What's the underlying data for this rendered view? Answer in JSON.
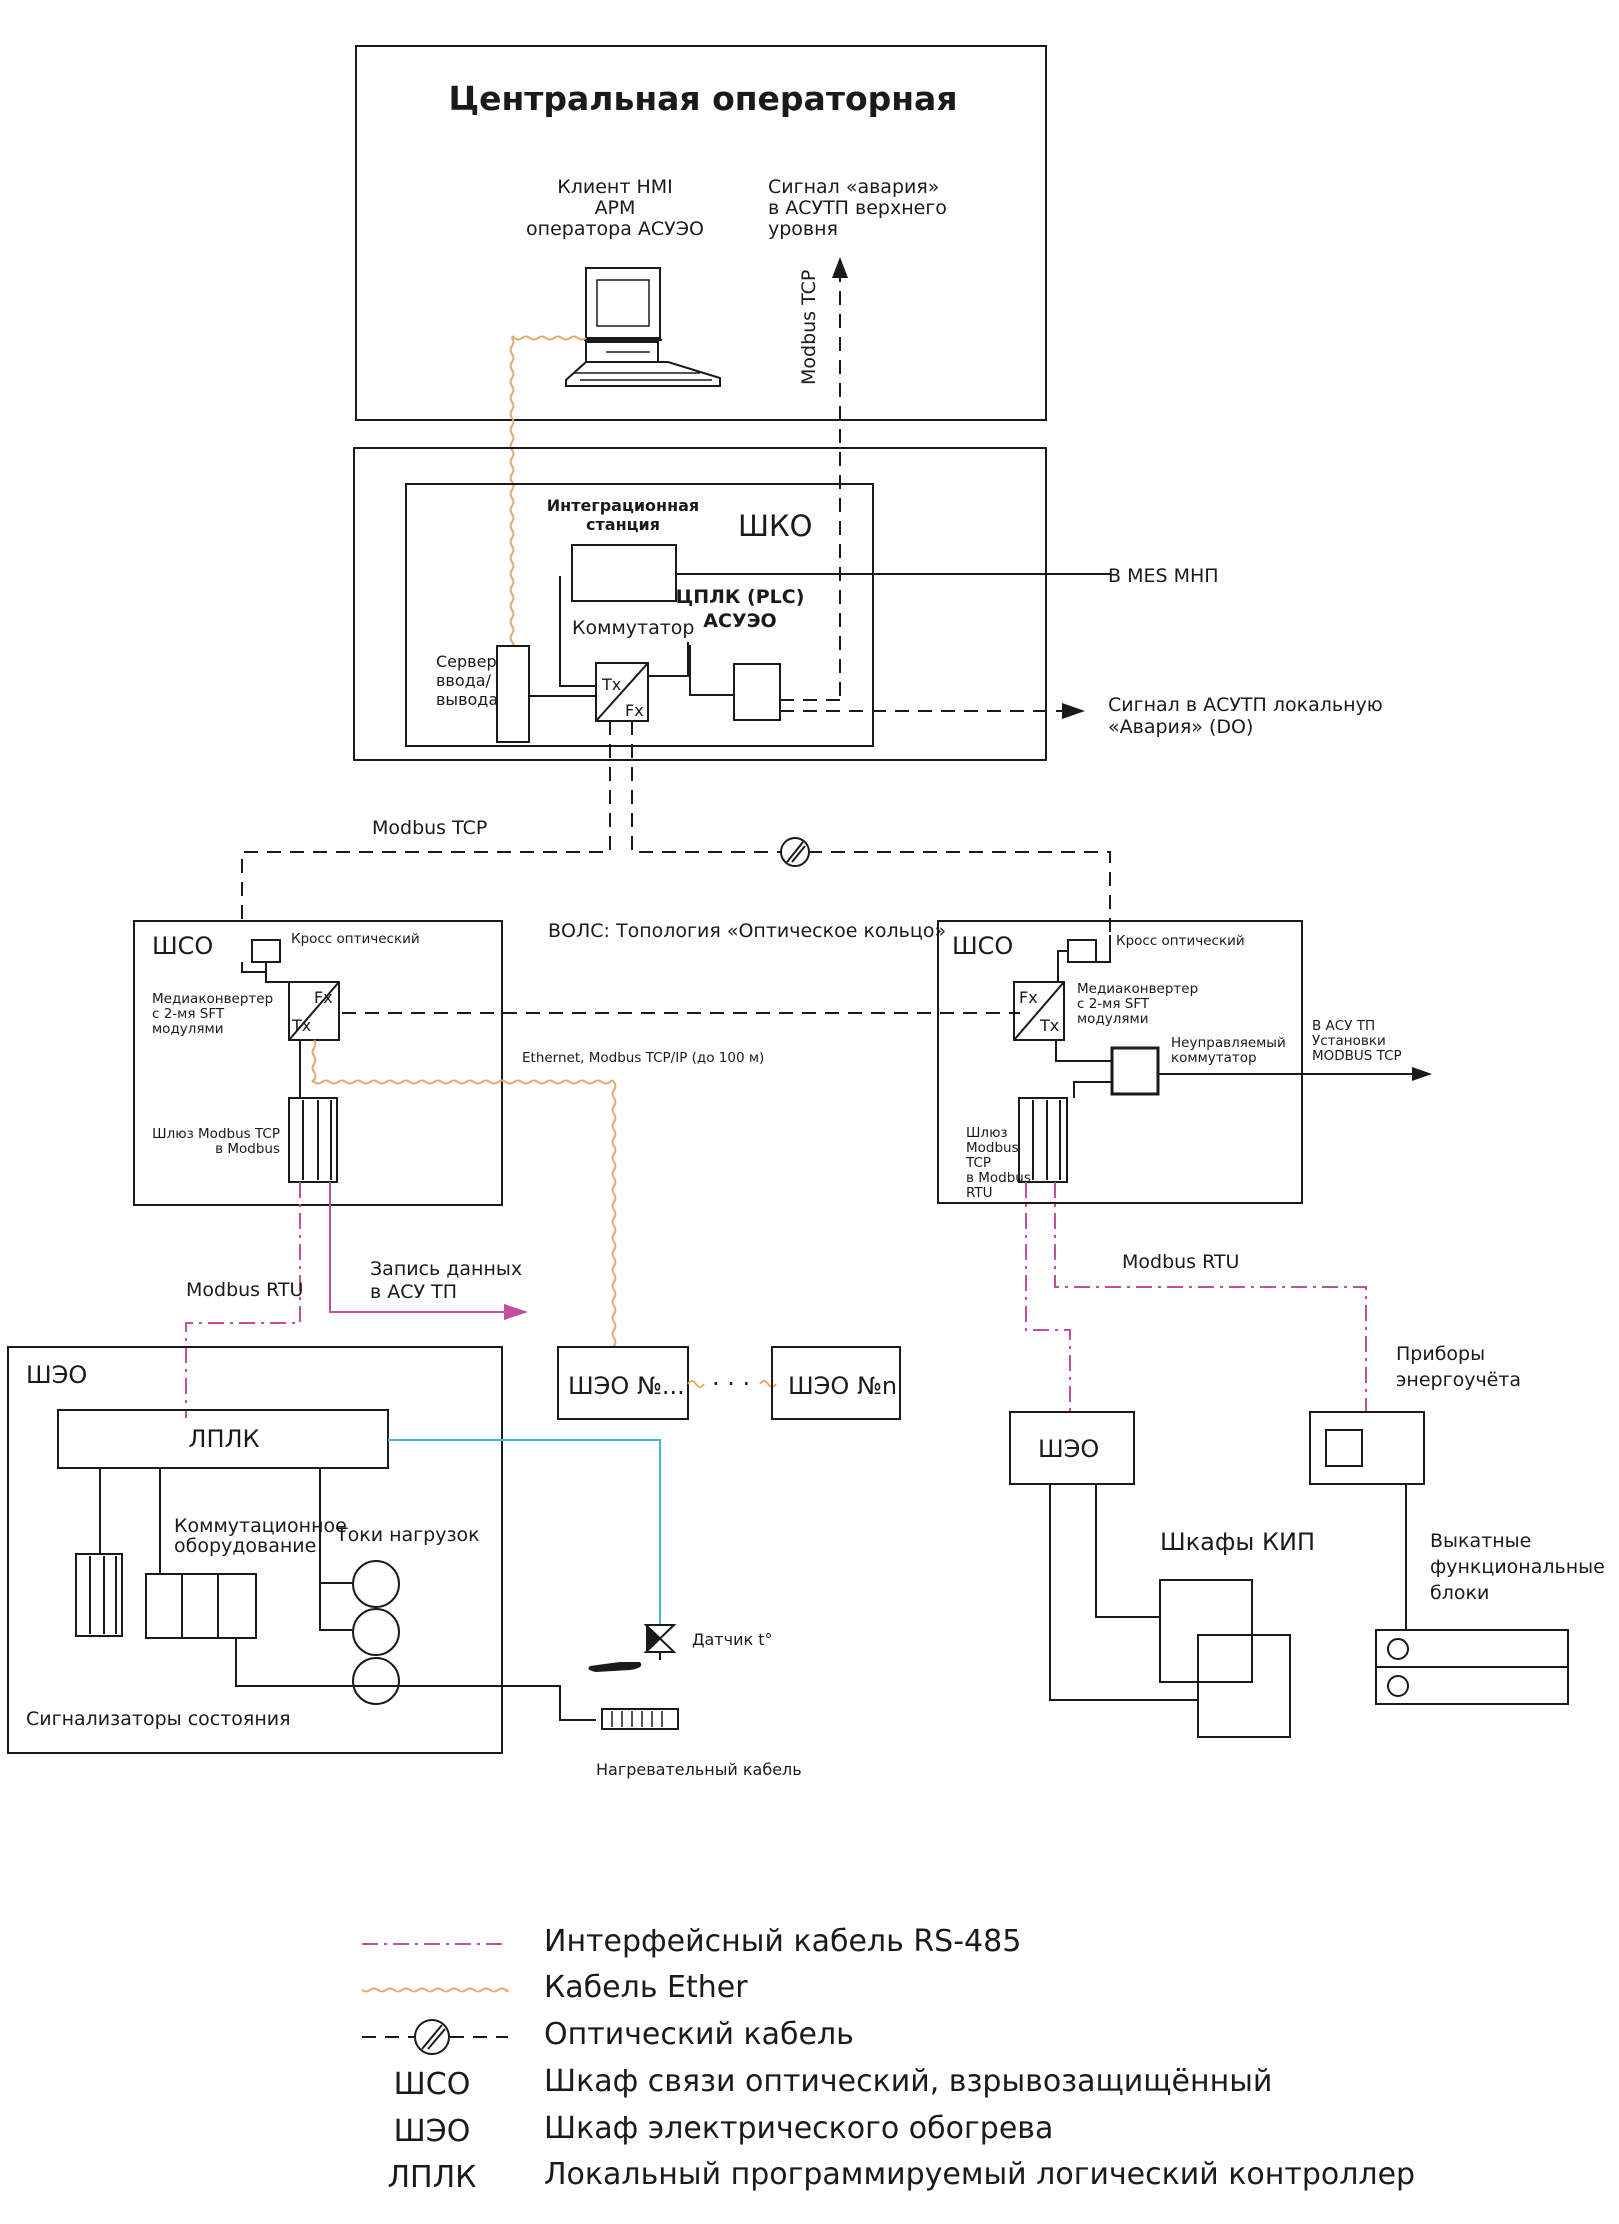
{
  "colors": {
    "line": "#1a1a1a",
    "rs485": "#c0509e",
    "ethernet": "#e3aa6c",
    "sensor_line": "#46b9d6"
  },
  "central": {
    "title": "Центральная операторная",
    "hmi_line1": "Клиент HMI",
    "hmi_line2": "АРМ",
    "hmi_line3": "оператора АСУЭО",
    "alarm_line1": "Сигнал «авария»",
    "alarm_line2": "в АСУТП верхнего",
    "alarm_line3": "уровня",
    "modbus_tcp_vertical": "Modbus TCP"
  },
  "shko": {
    "title": "ШКО",
    "integration_line1": "Интеграционная",
    "integration_line2": "станция",
    "plc_line1": "ЦПЛК (PLC)",
    "plc_line2": "АСУЭО",
    "switch_label": "Коммутатор",
    "server_line1": "Сервер",
    "server_line2": "ввода/",
    "server_line3": "вывода",
    "tx": "Tx",
    "fx": "Fx",
    "to_mes": "В MES МНП",
    "local_alarm_line1": "Сигнал в АСУТП локальную",
    "local_alarm_line2": "«Авария» (DO)"
  },
  "ring": {
    "modbus_tcp": "Modbus TCP",
    "topology": "ВОЛС: Топология «Оптическое кольцо»",
    "ethernet_note": "Ethernet, Modbus TCP/IP (до 100 м)"
  },
  "shso_left": {
    "title": "ШСО",
    "cross": "Кросс оптический",
    "mc_line1": "Медиаконвертер",
    "mc_line2": "с 2-мя SFT",
    "mc_line3": "модулями",
    "gw_line1": "Шлюз Modbus TCP",
    "gw_line2": "в Modbus",
    "fx": "Fx",
    "tx": "Tx"
  },
  "shso_right": {
    "title": "ШСО",
    "cross": "Кросс оптический",
    "mc_line1": "Медиаконвертер",
    "mc_line2": "с 2-мя SFT",
    "mc_line3": "модулями",
    "unmanaged_line1": "Неуправляемый",
    "unmanaged_line2": "коммутатор",
    "gw_line1": "Шлюз",
    "gw_line2": "Modbus",
    "gw_line3": "TCP",
    "gw_line4": "в Modbus",
    "gw_line5": "RTU",
    "asu_line1": "В АСУ ТП",
    "asu_line2": "Установки",
    "asu_line3": "MODBUS TCP",
    "fx": "Fx",
    "tx": "Tx"
  },
  "left_bottom": {
    "modbus_rtu": "Modbus RTU",
    "record_line1": "Запись данных",
    "record_line2": "в АСУ ТП",
    "sheo_title": "ШЭО",
    "lplk": "ЛПЛК",
    "switching_line1": "Коммутационное",
    "switching_line2": "оборудование",
    "currents": "Токи нагрузок",
    "status": "Сигнализаторы состояния",
    "sensor": "Датчик t°",
    "heating_cable": "Нагревательный кабель",
    "sheo_no": "ШЭО №...",
    "dots": "· · ·",
    "sheo_n": "ШЭО №n"
  },
  "right_bottom": {
    "modbus_rtu": "Modbus RTU",
    "meters_line1": "Приборы",
    "meters_line2": "энергоучёта",
    "sheo": "ШЭО",
    "kip": "Шкафы КИП",
    "units_line1": "Выкатные",
    "units_line2": "функциональные",
    "units_line3": "блоки"
  },
  "legend": [
    {
      "symbol": "",
      "text": "Интерфейсный кабель RS-485"
    },
    {
      "symbol": "",
      "text": "Кабель Ether"
    },
    {
      "symbol": "",
      "text": "Оптический кабель"
    },
    {
      "symbol": "ШСО",
      "text": "Шкаф связи оптический, взрывозащищённый"
    },
    {
      "symbol": "ШЭО",
      "text": "Шкаф электрического обогрева"
    },
    {
      "symbol": "ЛПЛК",
      "text": "Локальный программируемый логический контроллер"
    }
  ]
}
